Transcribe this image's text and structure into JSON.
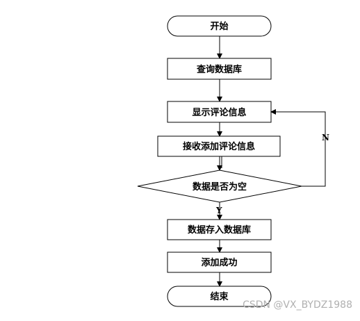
{
  "flowchart": {
    "nodes": {
      "start": "开始",
      "query_db": "查询数据库",
      "show_comments": "显示评论信息",
      "receive_comment": "接收添加评论信息",
      "is_empty": "数据是否为空",
      "save_db": "数据存入数据库",
      "add_success": "添加成功",
      "end": "结束"
    },
    "edges": {
      "yes_label": "Y",
      "no_label": "N"
    }
  },
  "watermark": "CSDN @VX_BYDZ1988"
}
